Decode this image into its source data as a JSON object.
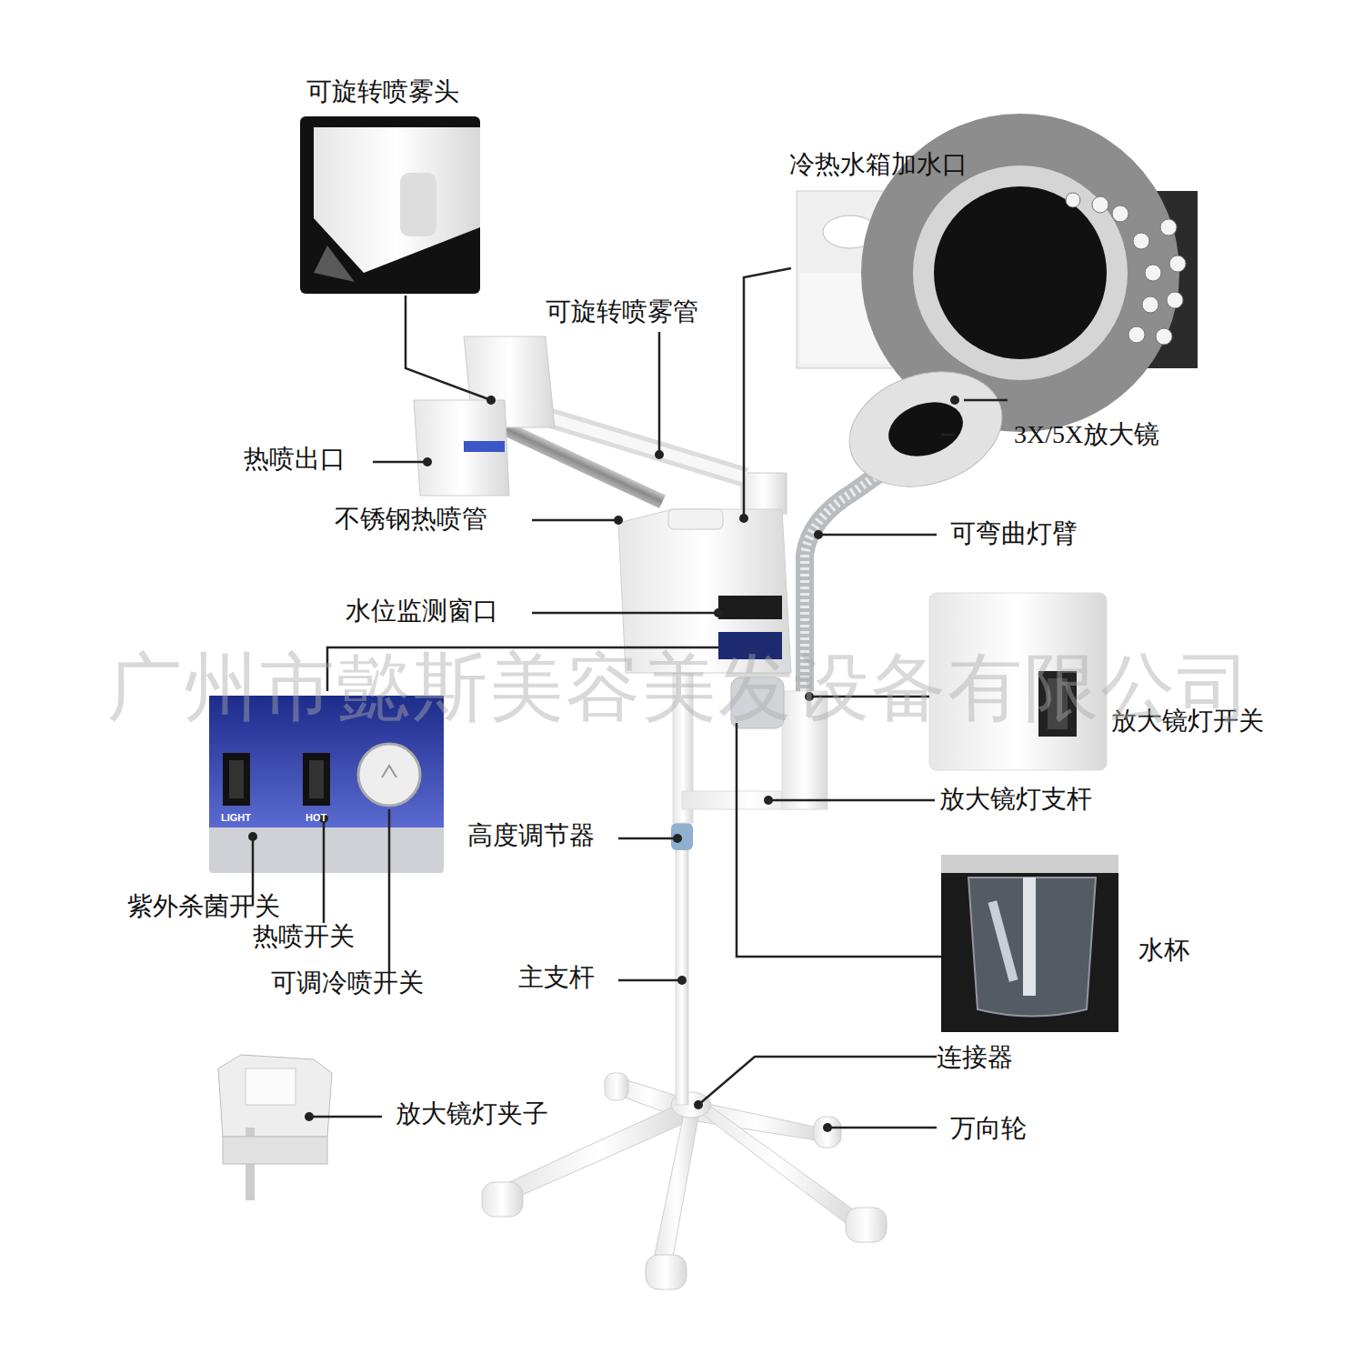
{
  "diagram": {
    "labels": [
      "可旋转喷雾头",
      "冷热水箱加水口",
      "可旋转喷雾管",
      "3X/5X放大镜",
      "热喷出口",
      "不锈钢热喷管",
      "可弯曲灯臂",
      "水位监测窗口",
      "放大镜灯开关",
      "放大镜灯支杆",
      "高度调节器",
      "紫外杀菌开关",
      "热喷开关",
      "可调冷喷开关",
      "水杯",
      "主支杆",
      "连接器",
      "放大镜灯夹子",
      "万向轮",
      "广州市懿斯美容美发设备有限公司",
      "LIGHT",
      "HOT"
    ]
  }
}
